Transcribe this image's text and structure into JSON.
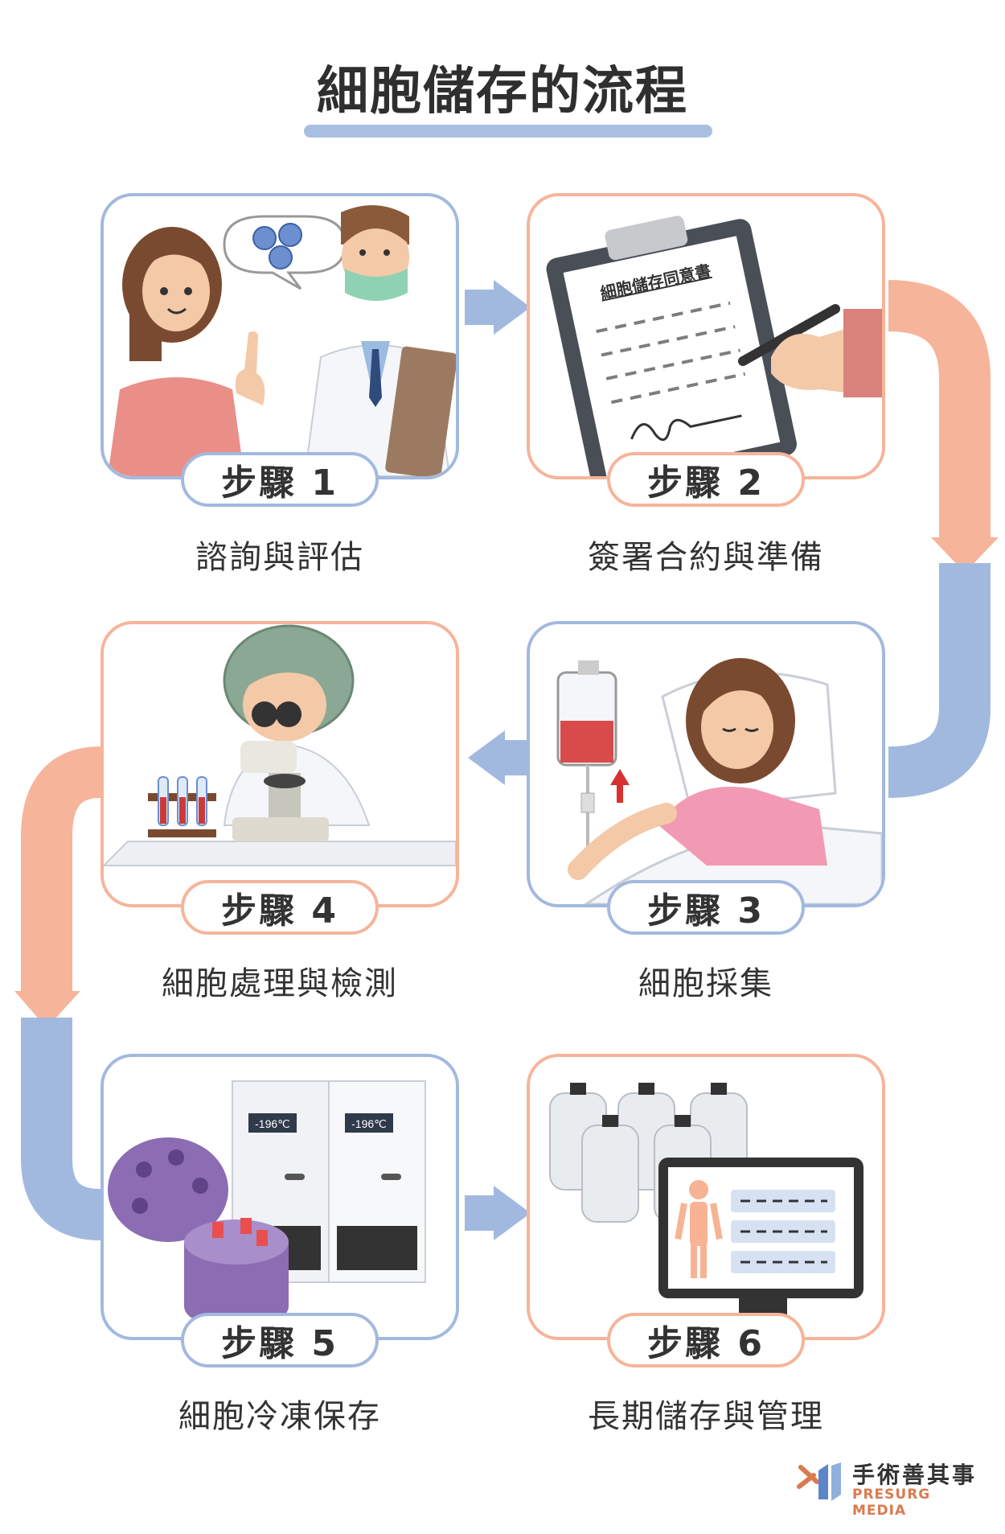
{
  "title": "細胞儲存的流程",
  "colors": {
    "blue": "#a2b9df",
    "orange": "#f6b49a",
    "text": "#333333"
  },
  "steps": [
    {
      "badge": "步驟 1",
      "label": "諮詢與評估"
    },
    {
      "badge": "步驟 2",
      "label": "簽署合約與準備",
      "document_title": "細胞儲存同意書"
    },
    {
      "badge": "步驟 3",
      "label": "細胞採集"
    },
    {
      "badge": "步驟 4",
      "label": "細胞處理與檢測"
    },
    {
      "badge": "步驟 5",
      "label": "細胞冷凍保存",
      "freezer_temp": "-196℃"
    },
    {
      "badge": "步驟 6",
      "label": "長期儲存與管理"
    }
  ],
  "logo": {
    "name_cn": "手術善其事",
    "name_en": "PRESURG MEDIA"
  }
}
